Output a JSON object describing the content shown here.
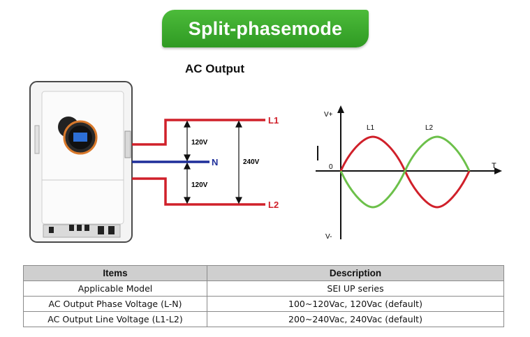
{
  "banner": {
    "title": "Split-phasemode"
  },
  "section_title": "AC Output",
  "wiring": {
    "l1_label": "L1",
    "n_label": "N",
    "l2_label": "L2",
    "upper_phase_voltage": "120V",
    "lower_phase_voltage": "120V",
    "line_voltage": "240V",
    "colors": {
      "l1": "#d0202a",
      "n": "#1f2f9a",
      "l2": "#d0202a"
    }
  },
  "waveform": {
    "v_plus_label": "V+",
    "v_minus_label": "V-",
    "origin_label": "0",
    "t_label": "T",
    "side_label": "I",
    "l1_label": "L1",
    "l2_label": "L2",
    "colors": {
      "l1": "#d0202a",
      "l2": "#6cc04a"
    }
  },
  "table": {
    "headers": [
      "Items",
      "Description"
    ],
    "rows": [
      [
        "Applicable Model",
        "SEI UP series"
      ],
      [
        "AC Output Phase Voltage (L-N)",
        "100~120Vac, 120Vac (default)"
      ],
      [
        "AC Output Line Voltage (L1-L2)",
        "200~240Vac,  240Vac (default)"
      ]
    ]
  }
}
